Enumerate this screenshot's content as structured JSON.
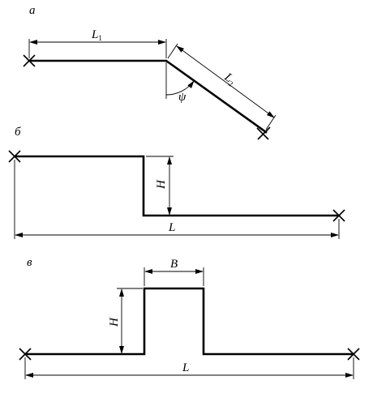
{
  "panel_a": {
    "label": "а",
    "dim_L1": "L",
    "dim_L1_sub": "1",
    "dim_L2": "L",
    "dim_L2_sub": "2",
    "angle": "ψ"
  },
  "panel_b": {
    "label": "б",
    "dim_H": "H",
    "dim_L": "L"
  },
  "panel_v": {
    "label": "в",
    "dim_B": "B",
    "dim_H": "H",
    "dim_L": "L"
  }
}
